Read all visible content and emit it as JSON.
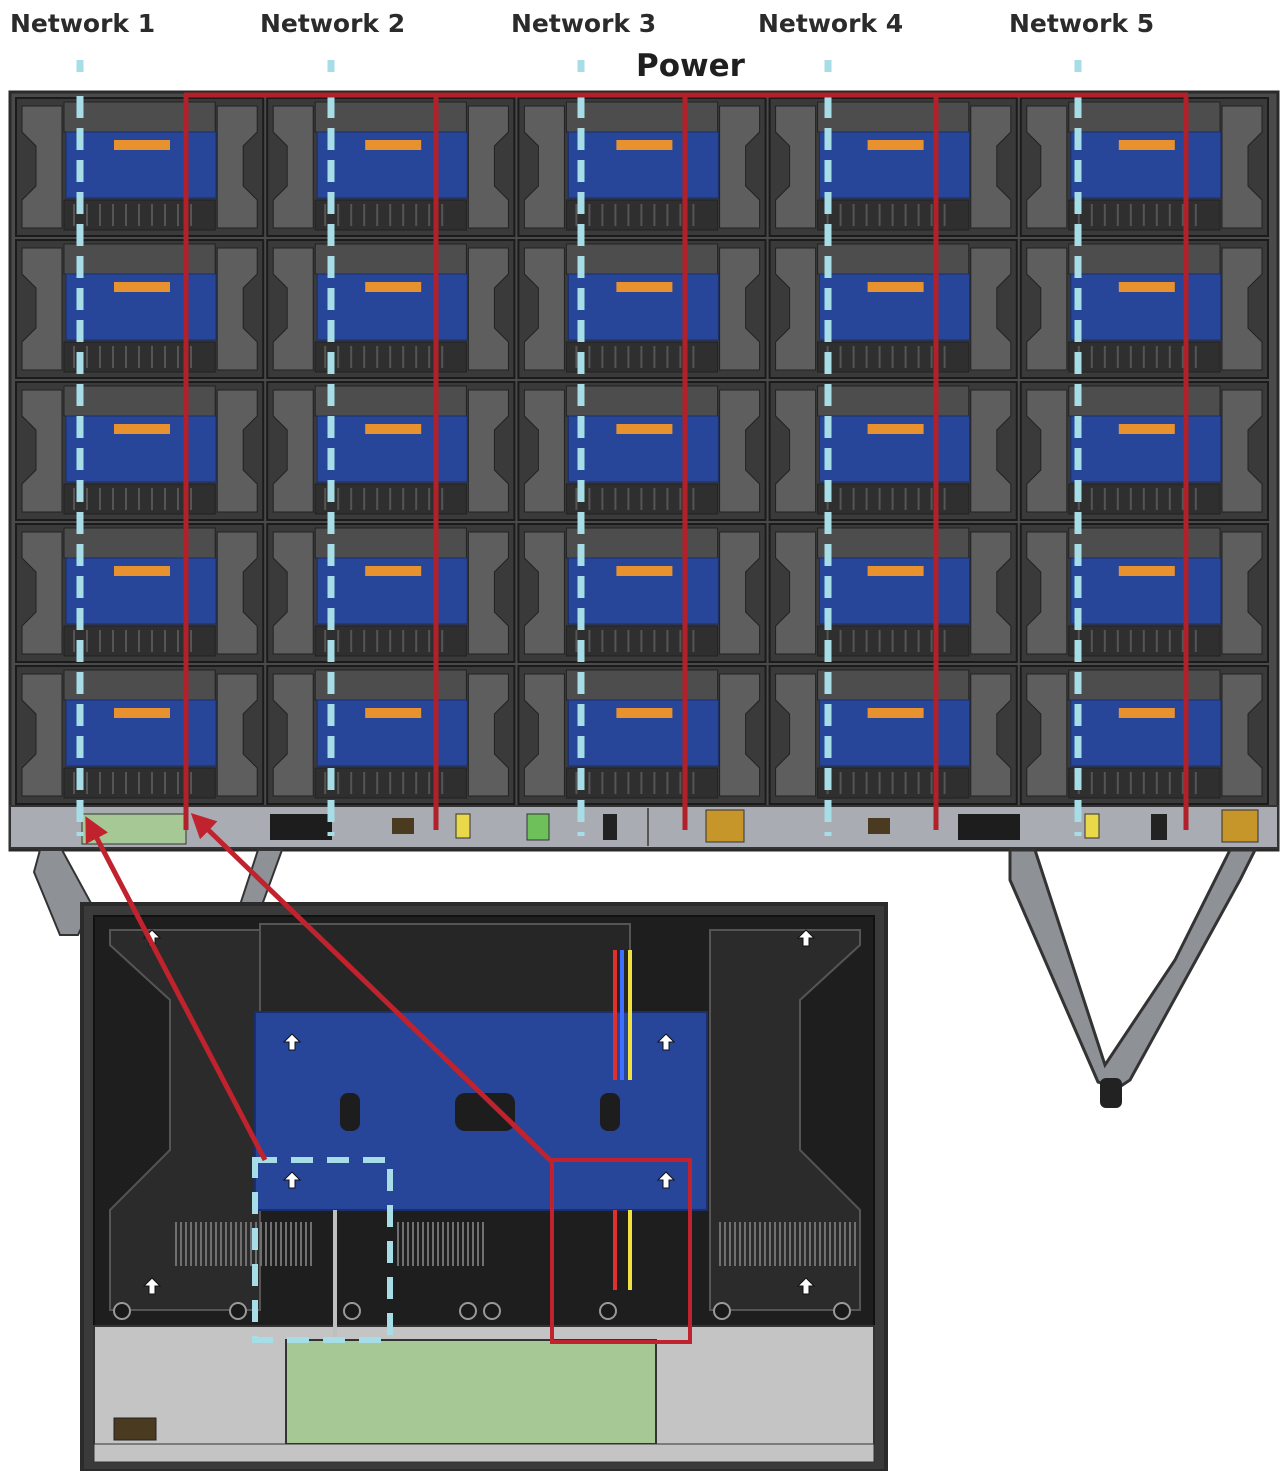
{
  "labels": {
    "networks": [
      "Network 1",
      "Network 2",
      "Network 3",
      "Network 4",
      "Network 5"
    ],
    "power": "Power"
  },
  "wall": {
    "rows": 5,
    "columns": 5
  },
  "colors": {
    "network_cable": "#a6dde6",
    "power_cable": "#b2202a",
    "cabinet_frame": "#5e5e5e",
    "module_board": "#27469a",
    "connector": "#e8912f",
    "pcb_board": "#a6c895"
  },
  "icons": {
    "up_arrow": "up-arrow-icon"
  }
}
